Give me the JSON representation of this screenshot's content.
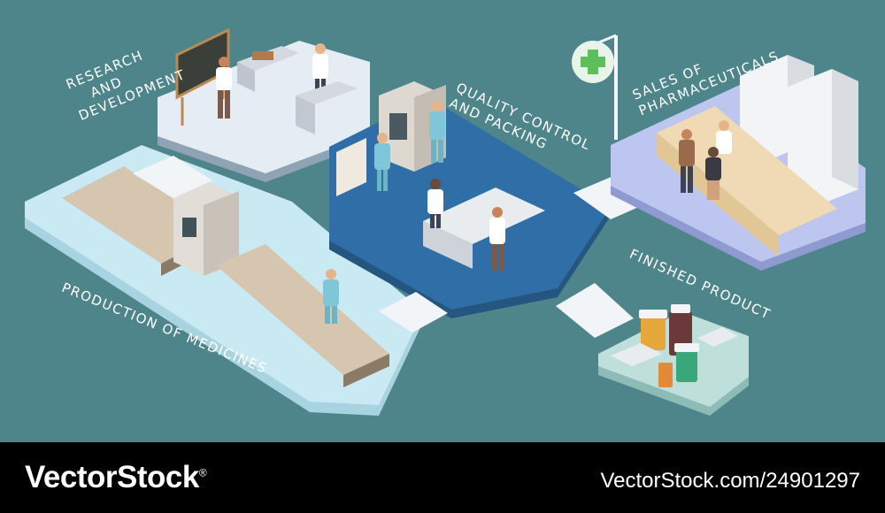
{
  "labels": {
    "research": [
      "Research",
      "and",
      "development"
    ],
    "quality": [
      "Quality control",
      "and packing"
    ],
    "sales": [
      "Sales of",
      "pharmaceuticals"
    ],
    "production": "Production of medicines",
    "finished": "Finished product"
  },
  "footer": {
    "brand": "VectorStock",
    "brand_mark": "®",
    "url": "VectorStock.com/24901297"
  },
  "colors": {
    "background": "#4e858b",
    "platform_research": "#e6ecf4",
    "platform_quality": "#2f6ea6",
    "platform_sales": "#bcc6ee",
    "platform_production": "#c9e9f3",
    "platform_finished": "#bfe0da",
    "footer": "#000000"
  }
}
